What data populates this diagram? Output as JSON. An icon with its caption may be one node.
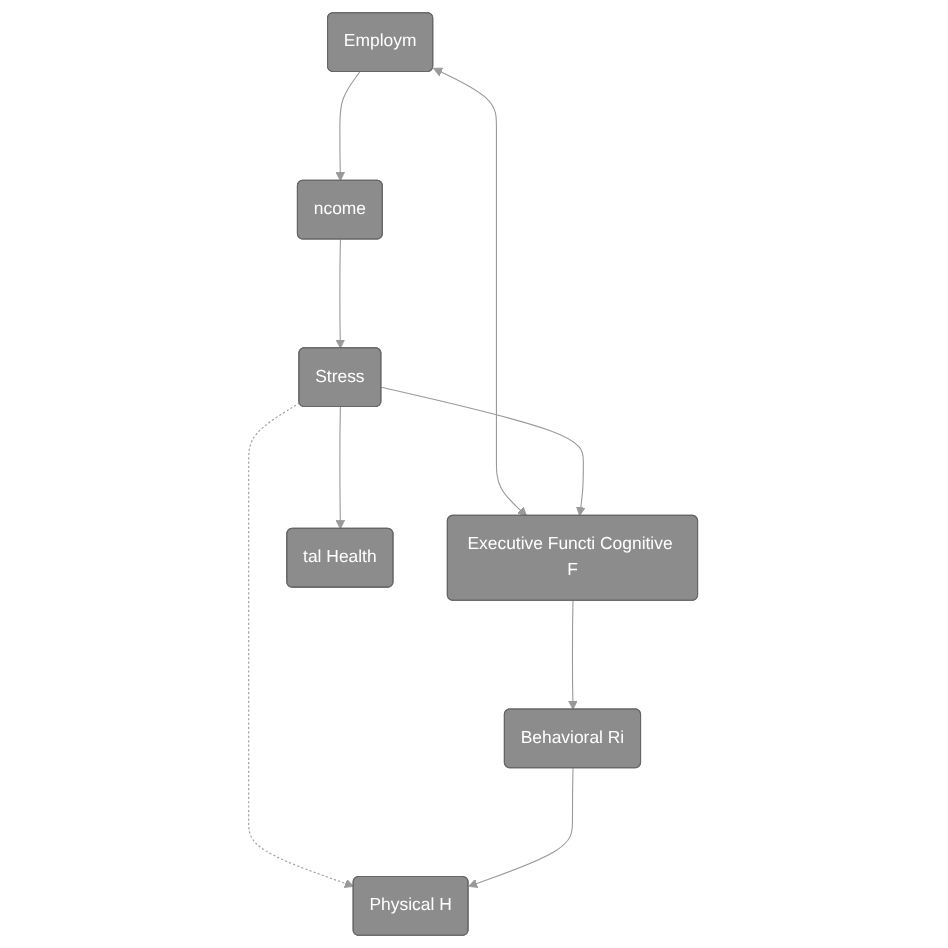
{
  "diagram": {
    "nodes": [
      {
        "text": [
          "ncome"
        ]
      },
      {
        "text": [
          "Employm"
        ]
      },
      {
        "text": [
          "Stress"
        ]
      },
      {
        "text": [
          "Executive Functi Cognitive F"
        ]
      },
      {
        "text": [
          "Behavioral Ri"
        ]
      },
      {
        "text": [
          "tal Health"
        ]
      },
      {
        "text": [
          "Physical H"
        ]
      }
    ],
    "edges": [
      {
        "from": 1,
        "to": 0,
        "arrow": "to"
      },
      {
        "from": 0,
        "to": 2,
        "arrow": "to"
      },
      {
        "from": 1,
        "to": 3,
        "arrow": "both"
      },
      {
        "from": 2,
        "to": 3,
        "arrow": "to"
      },
      {
        "from": 3,
        "to": 4,
        "arrow": "to"
      },
      {
        "from": 2,
        "to": 5,
        "arrow": "to"
      },
      {
        "from": 2,
        "to": 6,
        "arrow": "to",
        "style": "dashed"
      },
      {
        "from": 4,
        "to": 6,
        "arrow": "to"
      }
    ]
  }
}
